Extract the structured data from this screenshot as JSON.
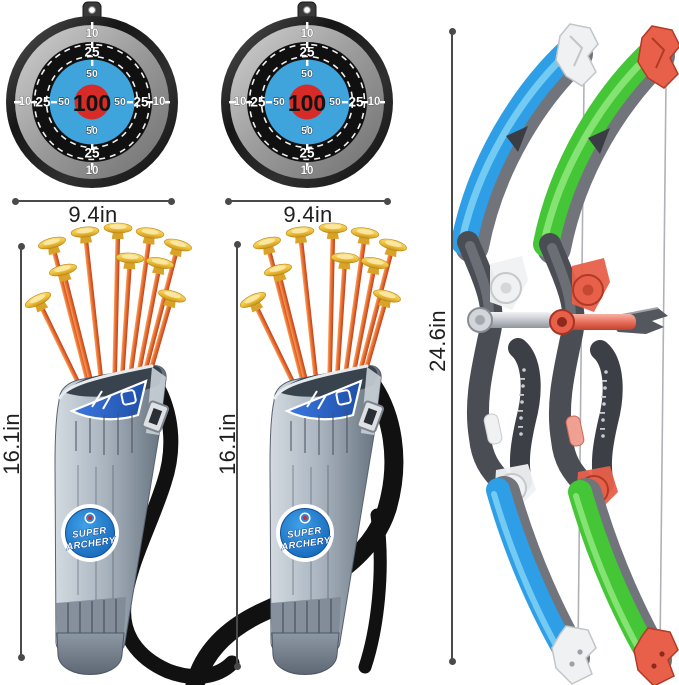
{
  "colors": {
    "dim_line": "#4a4a4a",
    "text_dark": "#1f1f1f",
    "target_blue": "#3fa3dc",
    "target_red": "#d62b26",
    "bow_blue": "#2e9fe6",
    "bow_green": "#44c636",
    "accent_red": "#e8604a",
    "accent_white": "#eff1f3",
    "arrow_orange": "#e86a32",
    "cup_yellow": "#efc23c",
    "quiver_gray": "#9aa6b2",
    "strap_black": "#111111",
    "badge_blue": "#1878c8",
    "decal_blue": "#2458c8",
    "string_gray": "#afb2b6"
  },
  "targets": [
    {
      "diameter_label": "9.4in",
      "rings": {
        "bullseye": "100",
        "ring_50": "50",
        "ring_25": "25",
        "ring_10": "10"
      }
    },
    {
      "diameter_label": "9.4in",
      "rings": {
        "bullseye": "100",
        "ring_50": "50",
        "ring_25": "25",
        "ring_10": "10"
      }
    }
  ],
  "quivers": [
    {
      "height_label": "16.1in",
      "arrow_count": 10,
      "badge": {
        "top": "SUPER",
        "bottom": "ARCHERY"
      }
    },
    {
      "height_label": "16.1in",
      "arrow_count": 10,
      "badge": {
        "top": "SUPER",
        "bottom": "ARCHERY"
      }
    }
  ],
  "bows": {
    "length_label": "24.6in"
  }
}
